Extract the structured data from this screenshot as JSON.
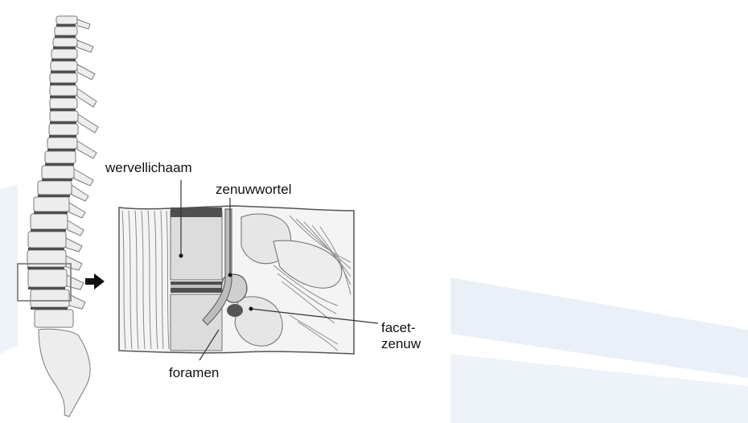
{
  "labels": {
    "vertebral_body": "wervellichaam",
    "nerve_root": "zenuwwortel",
    "facet_nerve": "facet-\nzenuw",
    "foramen": "foramen"
  },
  "colors": {
    "background_band": "#e8eef7",
    "bone_fill": "#ededed",
    "bone_stroke": "#7a7a7a",
    "disc_dark": "#4f4f4f",
    "line": "#333333",
    "arrow": "#111111"
  },
  "icons": {
    "arrow": "right-arrow-icon"
  }
}
